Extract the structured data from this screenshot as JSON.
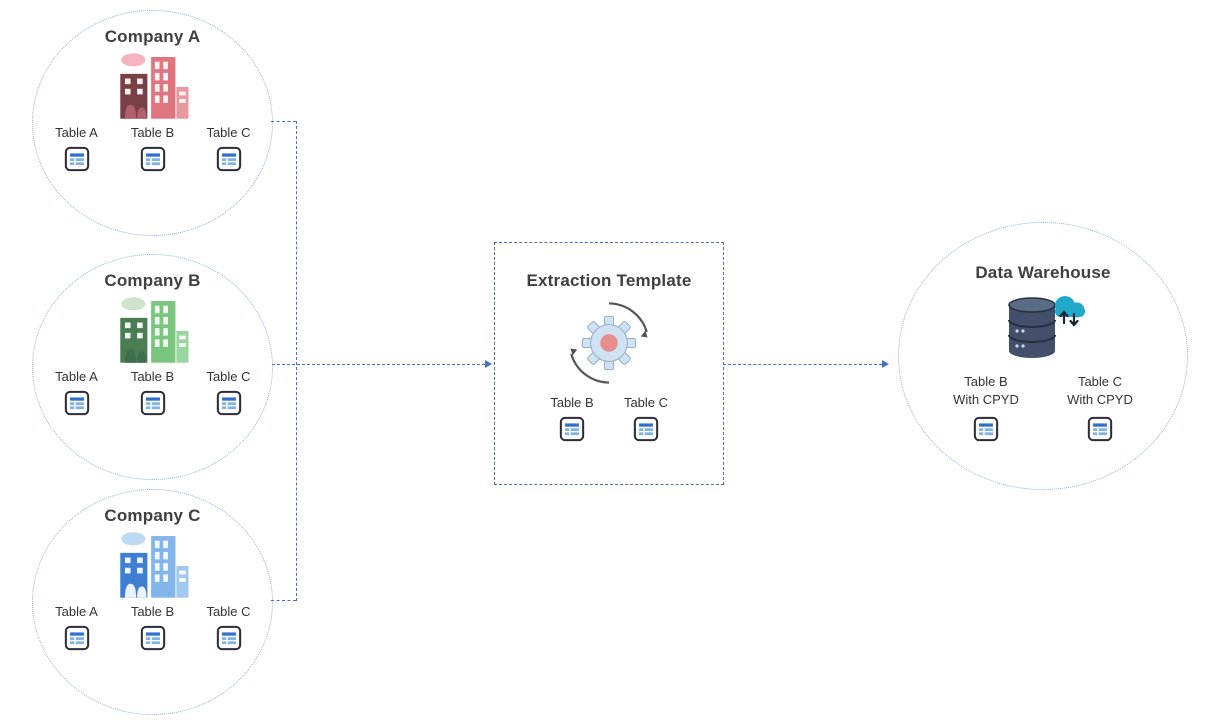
{
  "companies": [
    {
      "name": "Company A",
      "tables": [
        "Table A",
        "Table B",
        "Table C"
      ],
      "colors": {
        "primary": "#e0757f",
        "dark": "#7a4045",
        "cloud": "#f5b3bf",
        "tree": "#b2606c"
      }
    },
    {
      "name": "Company B",
      "tables": [
        "Table A",
        "Table B",
        "Table C"
      ],
      "colors": {
        "primary": "#79c77e",
        "dark": "#4a7d52",
        "cloud": "#cfe3cb",
        "tree": "#3f6e4a"
      }
    },
    {
      "name": "Company C",
      "tables": [
        "Table A",
        "Table B",
        "Table C"
      ],
      "colors": {
        "primary": "#82b6ea",
        "dark": "#3f7fd1",
        "cloud": "#bedaf3",
        "tree": "#e8f2fb"
      }
    }
  ],
  "extraction": {
    "title": "Extraction Template",
    "tables": [
      "Table B",
      "Table C"
    ]
  },
  "warehouse": {
    "title": "Data Warehouse",
    "tables": [
      {
        "line1": "Table B",
        "line2": "With CPYD"
      },
      {
        "line1": "Table C",
        "line2": "With CPYD"
      }
    ]
  },
  "colors": {
    "connector": "#4472c4",
    "circle_border": "#93afd7",
    "box_border": "#4f6fb0",
    "title_text": "#3f3f3f",
    "label_text": "#333333",
    "table_icon_border": "#2d2d3a",
    "table_icon_header": "#2f6fd1",
    "table_icon_cell": "#7fb3e8",
    "gear_body": "#cfe2f3",
    "gear_edge": "#8ea9c1",
    "gear_center": "#e88e8a",
    "gear_arrow": "#555555",
    "db_body": "#44506b",
    "db_top": "#5a6b85",
    "db_line": "#27303f",
    "db_cloud": "#1fa8c9"
  }
}
